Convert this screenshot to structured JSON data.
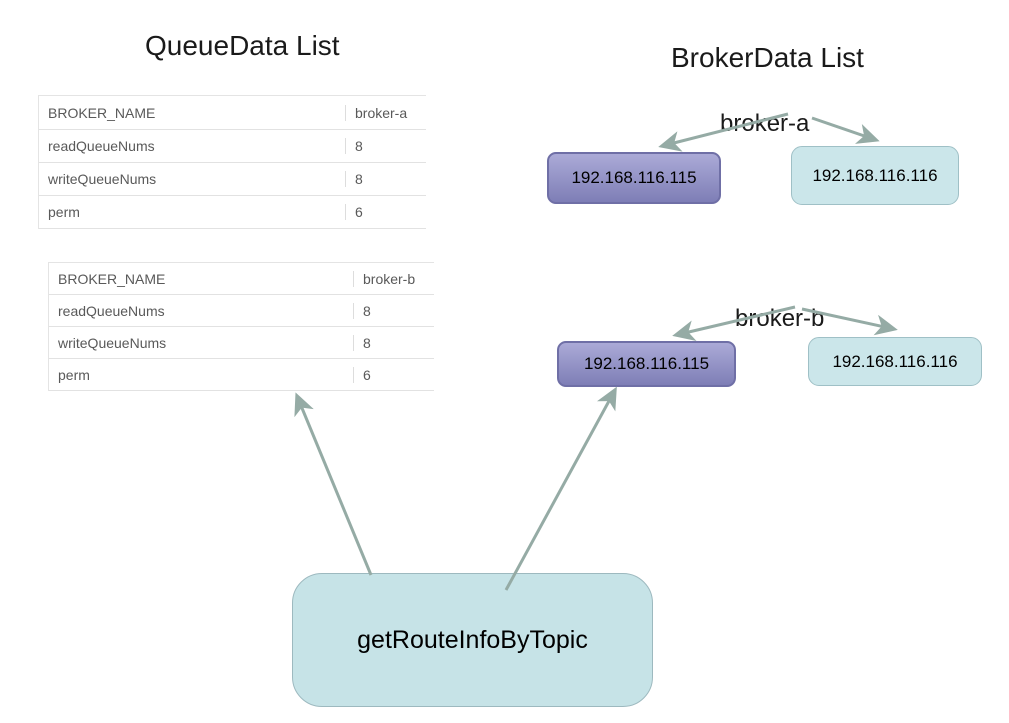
{
  "diagram": {
    "queue_section": {
      "title": "QueueData List",
      "tables": [
        {
          "header": {
            "label": "BROKER_NAME",
            "value": "broker-a"
          },
          "rows": [
            {
              "label": "readQueueNums",
              "value": "8"
            },
            {
              "label": "writeQueueNums",
              "value": "8"
            },
            {
              "label": "perm",
              "value": "6"
            }
          ]
        },
        {
          "header": {
            "label": "BROKER_NAME",
            "value": "broker-b"
          },
          "rows": [
            {
              "label": "readQueueNums",
              "value": "8"
            },
            {
              "label": "writeQueueNums",
              "value": "8"
            },
            {
              "label": "perm",
              "value": "6"
            }
          ]
        }
      ]
    },
    "broker_section": {
      "title": "BrokerData List",
      "groups": [
        {
          "label": "broker-a",
          "master_ip": "192.168.116.115",
          "slave_ip": "192.168.116.116"
        },
        {
          "label": "broker-b",
          "master_ip": "192.168.116.115",
          "slave_ip": "192.168.116.116"
        }
      ]
    },
    "method_node": {
      "label": "getRouteInfoByTopic"
    },
    "colors": {
      "master_node_top": "#abaad7",
      "master_node_bottom": "#7e7eb6",
      "master_node_border": "#6f6fa6",
      "slave_node_fill": "#cbe6ea",
      "slave_node_border": "#9fc0c6",
      "method_node_fill": "#c6e3e7",
      "method_node_border": "#9db9bf",
      "arrow": "#95aba5",
      "table_border": "#dddddd",
      "table_text": "#595959",
      "title_text": "#1a1a1a"
    }
  }
}
